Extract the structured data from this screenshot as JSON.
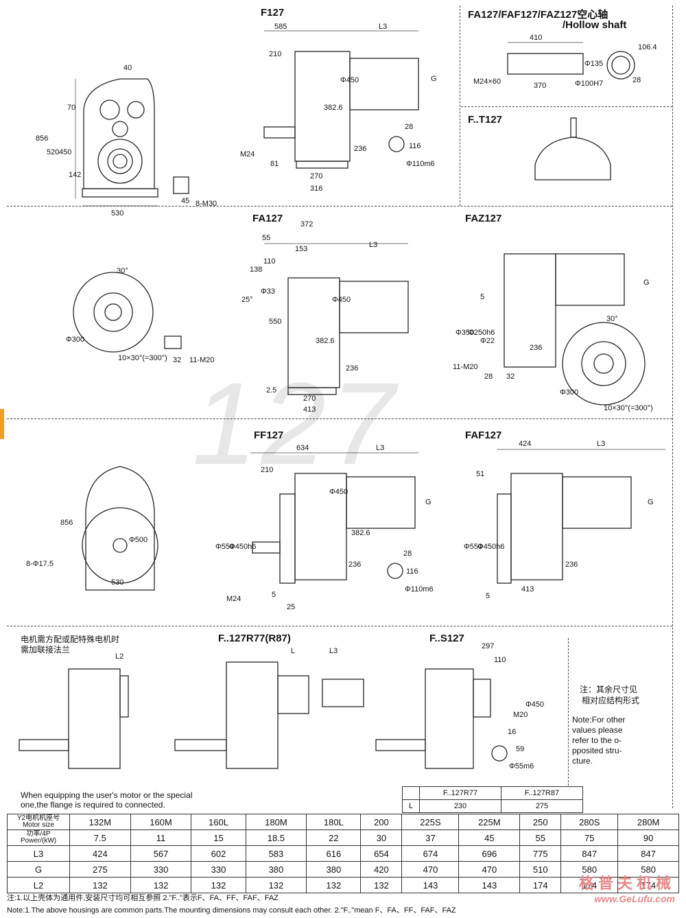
{
  "watermark": "127",
  "panels": {
    "f127": "F127",
    "hollow": "FA127/FAF127/FAZ127空心轴",
    "hollow_en": "/Hollow shaft",
    "ft127": "F..T127",
    "fa127": "FA127",
    "faz127": "FAZ127",
    "ff127": "FF127",
    "faf127": "FAF127",
    "fr": "F..127R77(R87)",
    "fs": "F..S127"
  },
  "dims": {
    "front": [
      "40",
      "70",
      "856",
      "520",
      "450",
      "142",
      "530",
      "45",
      "8-M30"
    ],
    "f127": [
      "585",
      "L3",
      "210",
      "G",
      "Φ450",
      "382.6",
      "236",
      "M24",
      "81",
      "270",
      "316",
      "28",
      "116",
      "Φ110m6"
    ],
    "hollow": [
      "410",
      "106.4",
      "Φ135",
      "Φ100H7",
      "M24×60",
      "370",
      "28"
    ],
    "fa127": [
      "372",
      "55",
      "153",
      "L3",
      "138",
      "110",
      "25°",
      "Φ33",
      "Φ450",
      "550",
      "382.6",
      "236",
      "2.5",
      "270",
      "413"
    ],
    "fa_flange": [
      "30°",
      "Φ300",
      "10×30°(=300°)",
      "32",
      "11-M20"
    ],
    "faz127": [
      "G",
      "5",
      "Φ350",
      "Φ250h6",
      "Φ22",
      "236",
      "11-M20",
      "28",
      "32",
      "30°",
      "Φ300",
      "10×30°(=300°)"
    ],
    "ff_front": [
      "856",
      "Φ500",
      "8-Φ17.5",
      "530"
    ],
    "ff127": [
      "634",
      "L3",
      "210",
      "Φ450",
      "G",
      "382.6",
      "Φ550",
      "Φ450h6",
      "236",
      "M24",
      "5",
      "25",
      "28",
      "116",
      "Φ110m6"
    ],
    "faf127": [
      "424",
      "L3",
      "51",
      "G",
      "Φ550",
      "Φ450h6",
      "236",
      "5",
      "413"
    ],
    "l2": [
      "L2"
    ],
    "fr": [
      "L",
      "L3"
    ],
    "fs": [
      "297",
      "110",
      "Φ450",
      "M20",
      "16",
      "59",
      "Φ55m6"
    ]
  },
  "left_note": {
    "cn1": "电机需方配或配特殊电机时",
    "cn2": "需加联接法兰",
    "en1": "When equipping the user's motor or the special",
    "en2": "one,the flange is required to connected."
  },
  "right_note": {
    "cn1": "注：其余尺寸见",
    "cn2": "相对应结构形式",
    "en": [
      "Note:For other",
      "values please",
      "refer to the o-",
      "pposited stru-",
      "cture."
    ]
  },
  "r_table": {
    "headers": [
      "",
      "F..127R77",
      "F..127R87"
    ],
    "row": [
      "L",
      "230",
      "275"
    ]
  },
  "spec_table": {
    "col_head": {
      "size_cn": "Y2电机机座号",
      "size_en": "Motor size",
      "power_cn": "功率/4P",
      "power_en": "Power/(kW)"
    },
    "sizes": [
      "132M",
      "160M",
      "160L",
      "180M",
      "180L",
      "200",
      "225S",
      "225M",
      "250",
      "280S",
      "280M"
    ],
    "power": [
      "7.5",
      "11",
      "15",
      "18.5",
      "22",
      "30",
      "37",
      "45",
      "55",
      "75",
      "90"
    ],
    "rows": [
      {
        "label": "L3",
        "values": [
          "424",
          "567",
          "602",
          "583",
          "616",
          "654",
          "674",
          "696",
          "775",
          "847",
          "847"
        ]
      },
      {
        "label": "G",
        "values": [
          "275",
          "330",
          "330",
          "380",
          "380",
          "420",
          "470",
          "470",
          "510",
          "580",
          "580"
        ]
      },
      {
        "label": "L2",
        "values": [
          "132",
          "132",
          "132",
          "132",
          "132",
          "132",
          "143",
          "143",
          "174",
          "174",
          "174"
        ]
      }
    ]
  },
  "notes": {
    "cn": "注:1.以上壳体为通用件,安装尺寸均可相互参照    2.\"F..\"表示F、FA、FF、FAF、FAZ",
    "en": "Note:1.The above housings are common parts.The mounting dimensions may consult each other.    2.\"F..\"mean F、FA、FF、FAF、FAZ"
  },
  "logo": {
    "cn": "格普夫机械",
    "en": "www.GeLufu.com"
  },
  "colors": {
    "line": "#222222",
    "hatch": "#555555",
    "watermark": "#e7e7e7",
    "logo": "#e38a8a",
    "marker": "#f0a020"
  }
}
